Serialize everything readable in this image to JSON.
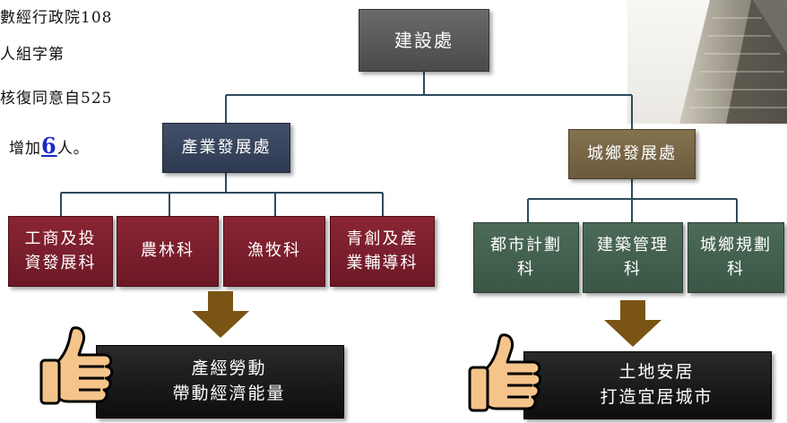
{
  "intro_lines": [
    "數經行政院108",
    "人組字第",
    "核復同意自525",
    "增加",
    "6",
    "人。"
  ],
  "top": {
    "label": "建設處"
  },
  "left_division": {
    "label": "產業發展處",
    "sections": [
      "工商及投資發展科",
      "農林科",
      "漁牧科",
      "青創及產業輔導科"
    ],
    "section_lines": [
      [
        "工商及投",
        "資發展科"
      ],
      [
        "農林科"
      ],
      [
        "漁牧科"
      ],
      [
        "青創及產",
        "業輔導科"
      ]
    ],
    "outcome": [
      "產經勞動",
      "帶動經濟能量"
    ]
  },
  "right_division": {
    "label": "城鄉發展處",
    "sections": [
      "都市計劃科",
      "建築管理科",
      "城鄉規劃科"
    ],
    "section_lines": [
      [
        "都市計劃",
        "科"
      ],
      [
        "建築管理",
        "科"
      ],
      [
        "城鄉規劃",
        "科"
      ]
    ],
    "outcome": [
      "土地安居",
      "打造宜居城市"
    ]
  },
  "colors": {
    "top": "#555555",
    "left_division": "#37435c",
    "right_division": "#78664a",
    "left_sections": "#7a1d2d",
    "right_sections": "#43604f",
    "arrow": "#7a5414",
    "outcome": "#111111",
    "connector": "#2f4a5c"
  },
  "icons": [
    "building-photo",
    "down-arrow-icon",
    "thumbs-up-icon"
  ]
}
